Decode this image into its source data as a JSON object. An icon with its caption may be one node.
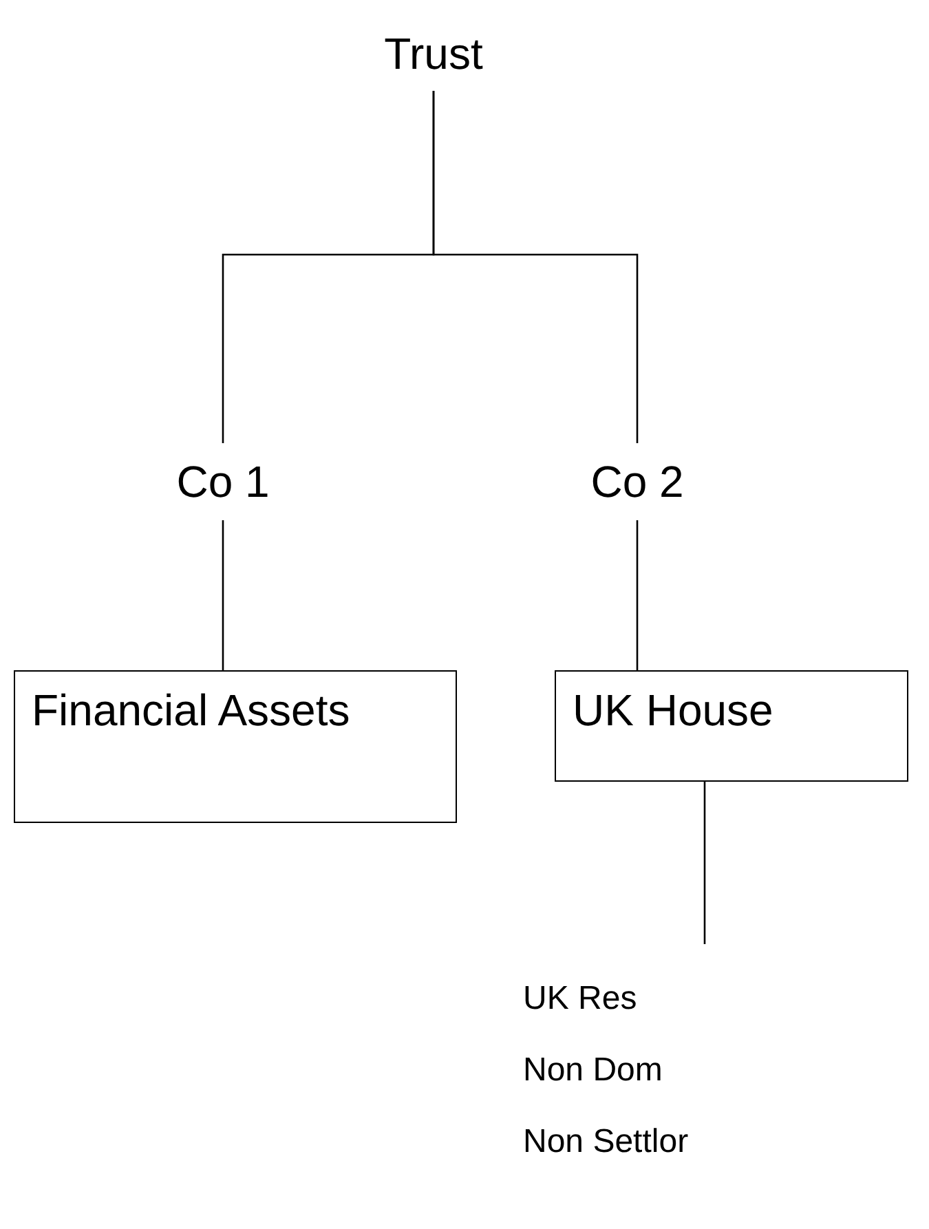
{
  "diagram": {
    "nodes": [
      {
        "text": [
          "Trust"
        ]
      },
      {
        "text": [
          "Co 1"
        ]
      },
      {
        "text": [
          "Co 2"
        ]
      },
      {
        "text": [
          "Financial Assets"
        ]
      },
      {
        "text": [
          "UK House"
        ]
      },
      {
        "text": [
          "UK Res",
          "Non Dom",
          "Non Settlor"
        ]
      }
    ],
    "edges": [
      {
        "from": 0,
        "to": 1,
        "arrow": "none"
      },
      {
        "from": 0,
        "to": 2,
        "arrow": "none"
      },
      {
        "from": 1,
        "to": 3,
        "arrow": "none"
      },
      {
        "from": 2,
        "to": 4,
        "arrow": "none"
      },
      {
        "from": 4,
        "to": 5,
        "arrow": "none"
      }
    ]
  }
}
